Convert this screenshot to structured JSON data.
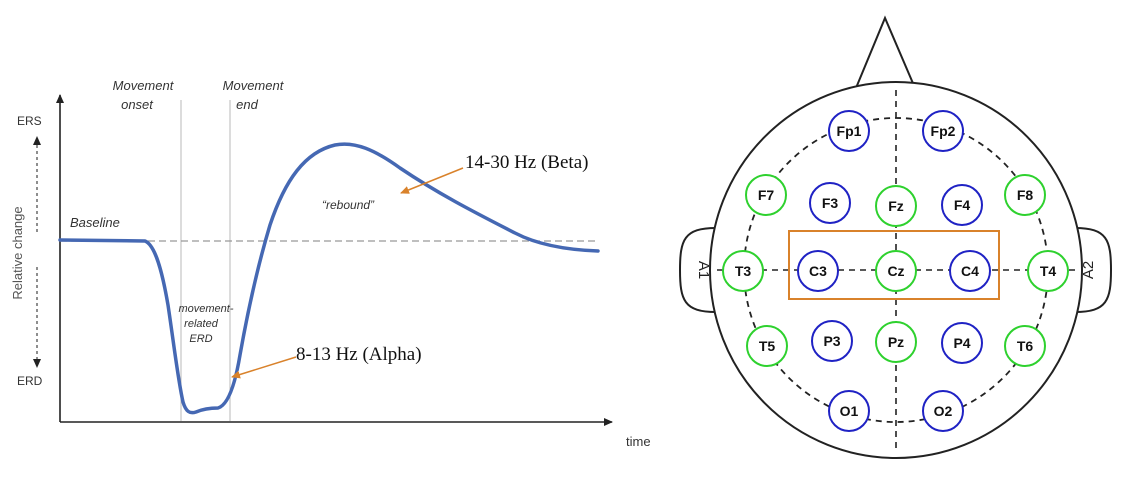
{
  "colors": {
    "curve": "#4568b3",
    "electrode_blue": "#1f22c4",
    "electrode_green": "#2ed12e",
    "highlight_box": "#d9822b",
    "annotation_arrow": "#d9822b",
    "axis": "#222222",
    "guide": "#b8b8b8",
    "baseline_dash": "#999999"
  },
  "erd_plot": {
    "y_axis_title": "Relative change",
    "y_top_label": "ERS",
    "y_bottom_label": "ERD",
    "x_axis_label": "time",
    "onset_label": [
      "Movement",
      "onset"
    ],
    "end_label": [
      "Movement",
      "end"
    ],
    "baseline_label": "Baseline",
    "rebound_label": "“rebound”",
    "erd_region_label": [
      "movement-",
      "related",
      "ERD"
    ],
    "beta_annotation": "14-30 Hz (Beta)",
    "alpha_annotation": "8-13 Hz (Alpha)"
  },
  "eeg_map": {
    "left_ear": "A1",
    "right_ear": "A2",
    "electrodes": [
      {
        "id": "fp1",
        "label": "Fp1",
        "group": "blue"
      },
      {
        "id": "fp2",
        "label": "Fp2",
        "group": "blue"
      },
      {
        "id": "f7",
        "label": "F7",
        "group": "green"
      },
      {
        "id": "f3",
        "label": "F3",
        "group": "blue"
      },
      {
        "id": "fz",
        "label": "Fz",
        "group": "green"
      },
      {
        "id": "f4",
        "label": "F4",
        "group": "blue"
      },
      {
        "id": "f8",
        "label": "F8",
        "group": "green"
      },
      {
        "id": "t3",
        "label": "T3",
        "group": "green"
      },
      {
        "id": "c3",
        "label": "C3",
        "group": "blue"
      },
      {
        "id": "cz",
        "label": "Cz",
        "group": "green"
      },
      {
        "id": "c4",
        "label": "C4",
        "group": "blue"
      },
      {
        "id": "t4",
        "label": "T4",
        "group": "green"
      },
      {
        "id": "t5",
        "label": "T5",
        "group": "green"
      },
      {
        "id": "p3",
        "label": "P3",
        "group": "blue"
      },
      {
        "id": "pz",
        "label": "Pz",
        "group": "green"
      },
      {
        "id": "p4",
        "label": "P4",
        "group": "blue"
      },
      {
        "id": "t6",
        "label": "T6",
        "group": "green"
      },
      {
        "id": "o1",
        "label": "O1",
        "group": "blue"
      },
      {
        "id": "o2",
        "label": "O2",
        "group": "blue"
      }
    ]
  }
}
